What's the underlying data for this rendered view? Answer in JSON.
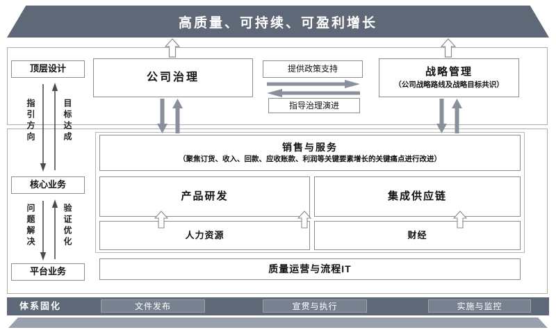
{
  "banner": {
    "title": "高质量、可持续、可盈利增长"
  },
  "sidebar": {
    "top_design": "顶层设计",
    "core_business": "核心业务",
    "platform_business": "平台业务",
    "guide_direction": "指引方向",
    "goal_achievement": "目标达成",
    "problem_solving": "问题解决",
    "validation_optimization": "验证优化"
  },
  "top_section": {
    "governance": "公司治理",
    "policy_support": "提供政策支持",
    "governance_evolution": "指导治理演进",
    "strategy_title": "战略管理",
    "strategy_subtitle": "（公司战略路线及战略目标共识）"
  },
  "core_section": {
    "sales_title": "销售与服务",
    "sales_subtitle": "（聚焦订货、收入、回款、应收账款、利润等关键要素增长的关键痛点进行改进）",
    "product_rd": "产品研发",
    "supply_chain": "集成供应链",
    "hr": "人力资源",
    "finance": "财经",
    "quality_it": "质量运营与流程IT"
  },
  "bottom_bar": {
    "label": "体系固化",
    "items": [
      {
        "label": "文件发布"
      },
      {
        "label": "宣贯与执行"
      },
      {
        "label": "实施与监控"
      }
    ]
  },
  "colors": {
    "banner_bg": "#5e6876",
    "arrow_gray": "#8a909b",
    "base_gray": "#99a1ad"
  }
}
